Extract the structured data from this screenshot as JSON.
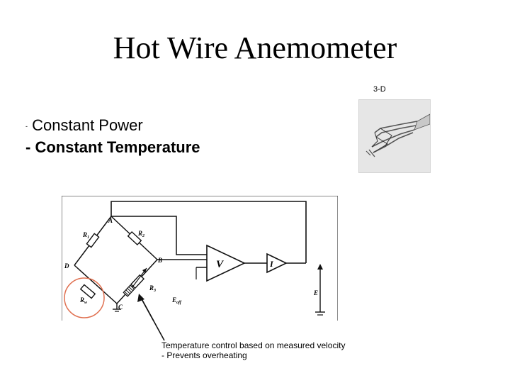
{
  "slide": {
    "title": "Hot Wire Anemometer",
    "probe_label": "3-D",
    "bullets": {
      "dash1": "-",
      "item1": "Constant Power",
      "item2": "- Constant Temperature"
    },
    "circuit_labels": {
      "node_a": "A",
      "node_b": "B",
      "node_c": "C",
      "node_d": "D",
      "r1": "R",
      "r1_sub": "1",
      "r2": "R",
      "r2_sub": "2",
      "r3": "R",
      "r3_sub": "3",
      "rw": "R",
      "rw_sub": "w",
      "amp_v": "V",
      "amp_i": "I",
      "output_e": "E",
      "offset": "E",
      "offset_sub": "off"
    },
    "caption": {
      "line1": "Temperature control based on measured velocity",
      "line2": "- Prevents overheating"
    }
  },
  "colors": {
    "highlight_circle": "#e07050",
    "wire": "#111111",
    "probe_background": "#e6e6e6"
  },
  "icons": {
    "probe_image": "hot-wire-probe-icon"
  }
}
